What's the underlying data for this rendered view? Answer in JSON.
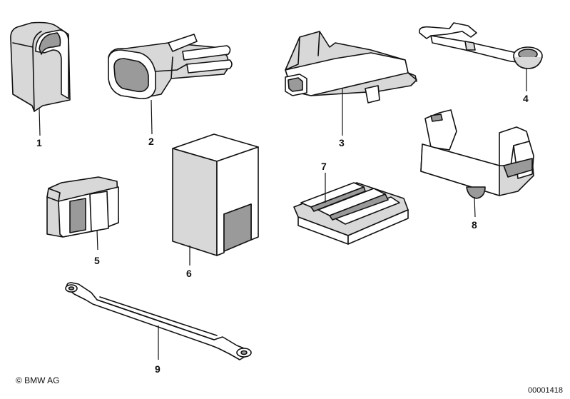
{
  "parts": [
    {
      "number": "1"
    },
    {
      "number": "2"
    },
    {
      "number": "3"
    },
    {
      "number": "4"
    },
    {
      "number": "5"
    },
    {
      "number": "6"
    },
    {
      "number": "7"
    },
    {
      "number": "8"
    },
    {
      "number": "9"
    }
  ],
  "footer": {
    "copyright": "© BMW AG",
    "document_id": "00001418"
  }
}
